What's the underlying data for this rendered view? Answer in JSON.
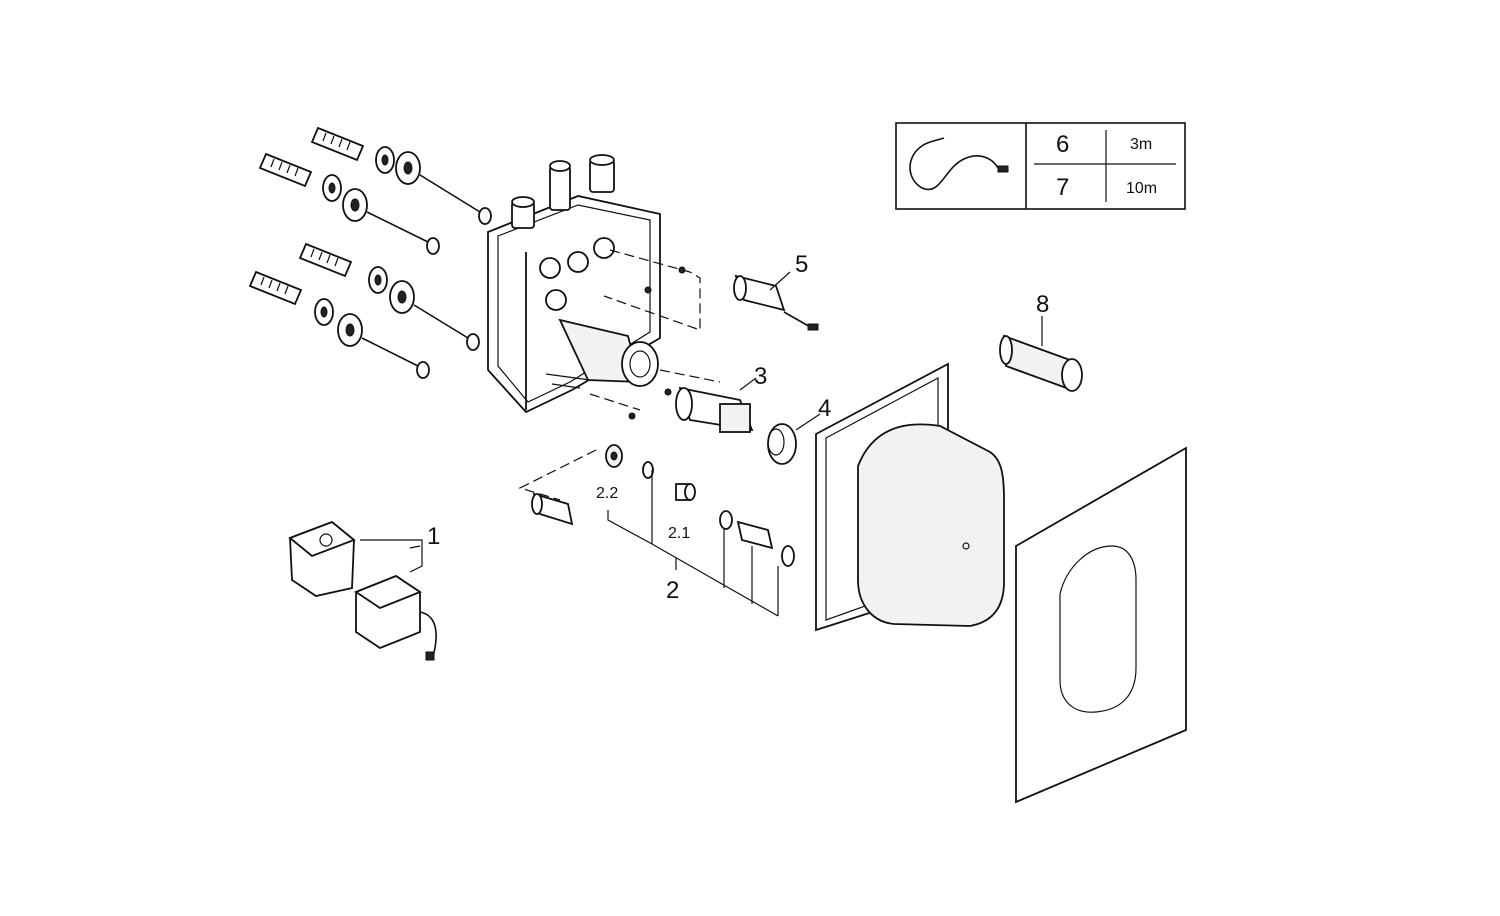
{
  "callouts": {
    "c1": "1",
    "c2": "2",
    "c2_1": "2.1",
    "c2_2": "2.2",
    "c3": "3",
    "c4": "4",
    "c5": "5",
    "c8": "8"
  },
  "cable_table": {
    "rows": [
      {
        "item": "6",
        "length": "3m"
      },
      {
        "item": "7",
        "length": "10m"
      }
    ]
  }
}
